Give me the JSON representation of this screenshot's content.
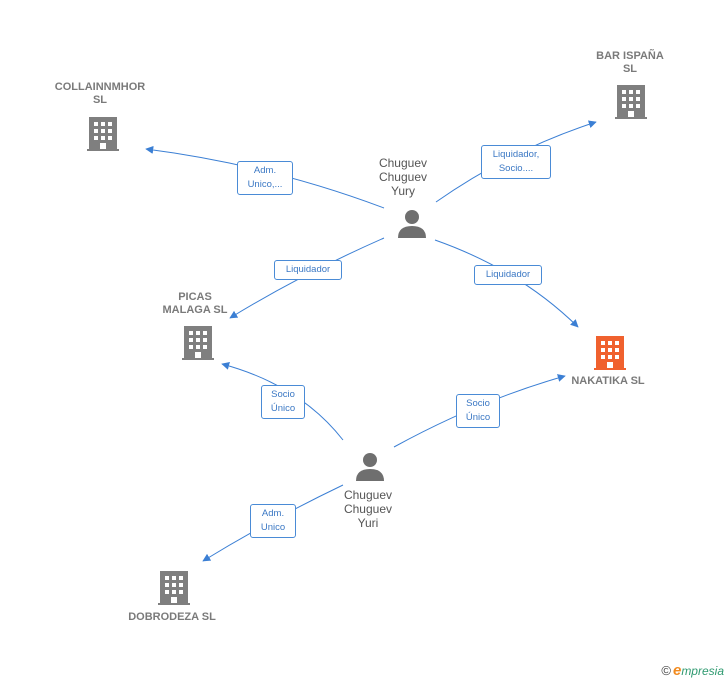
{
  "nodes": {
    "collainnmhor": {
      "label": "COLLAINNMHOR\nSL"
    },
    "bar_ispana": {
      "label": "BAR ISPAÑA\nSL"
    },
    "picas_malaga": {
      "label": "PICAS\nMALAGA  SL"
    },
    "nakatika": {
      "label": "NAKATIKA  SL"
    },
    "dobrodeza": {
      "label": "DOBRODEZA SL"
    },
    "yury": {
      "label": "Chuguev\nChuguev\nYury"
    },
    "yuri": {
      "label": "Chuguev\nChuguev\nYuri"
    }
  },
  "edges": {
    "yury_collainnmhor": "Adm.\nUnico,...",
    "yury_bar_ispana": "Liquidador,\nSocio....",
    "yury_picas_malaga": "Liquidador",
    "yury_nakatika": "Liquidador",
    "yuri_picas_malaga": "Socio\nÚnico",
    "yuri_nakatika": "Socio\nÚnico",
    "yuri_dobrodeza": "Adm.\nUnico"
  },
  "colors": {
    "edge": "#3b7fd4",
    "company": "#7f7f7f",
    "highlight_company": "#f0612e",
    "person": "#6f6f6f"
  },
  "icons": {
    "company": "building-icon",
    "person": "person-icon"
  },
  "footer": {
    "copyright": "©",
    "brand_initial": "e",
    "brand_rest": "mpresia"
  }
}
